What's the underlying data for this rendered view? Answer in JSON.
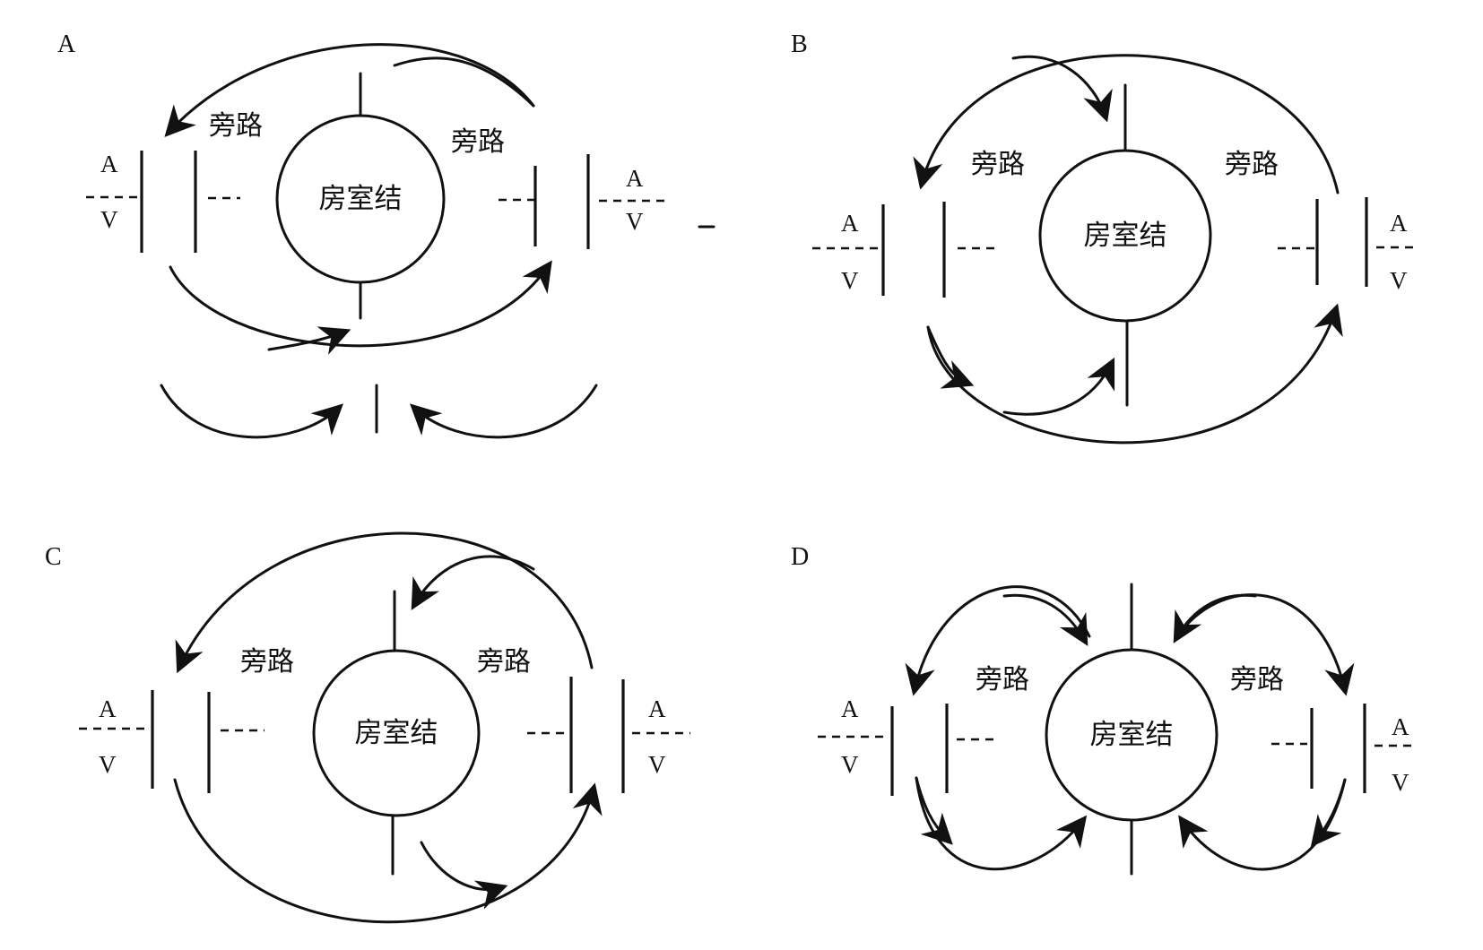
{
  "panels": [
    {
      "letter": "A",
      "bypass_left": "旁路",
      "bypass_right": "旁路",
      "node": "房室结",
      "atrium": "A",
      "ventricle": "V"
    },
    {
      "letter": "B",
      "bypass_left": "旁路",
      "bypass_right": "旁路",
      "node": "房室结",
      "atrium": "A",
      "ventricle": "V"
    },
    {
      "letter": "C",
      "bypass_left": "旁路",
      "bypass_right": "旁路",
      "node": "房室结",
      "atrium": "A",
      "ventricle": "V"
    },
    {
      "letter": "D",
      "bypass_left": "旁路",
      "bypass_right": "旁路",
      "node": "房室结",
      "atrium": "A",
      "ventricle": "V"
    }
  ],
  "colors": {
    "ink": "#111111",
    "background": "#ffffff"
  }
}
